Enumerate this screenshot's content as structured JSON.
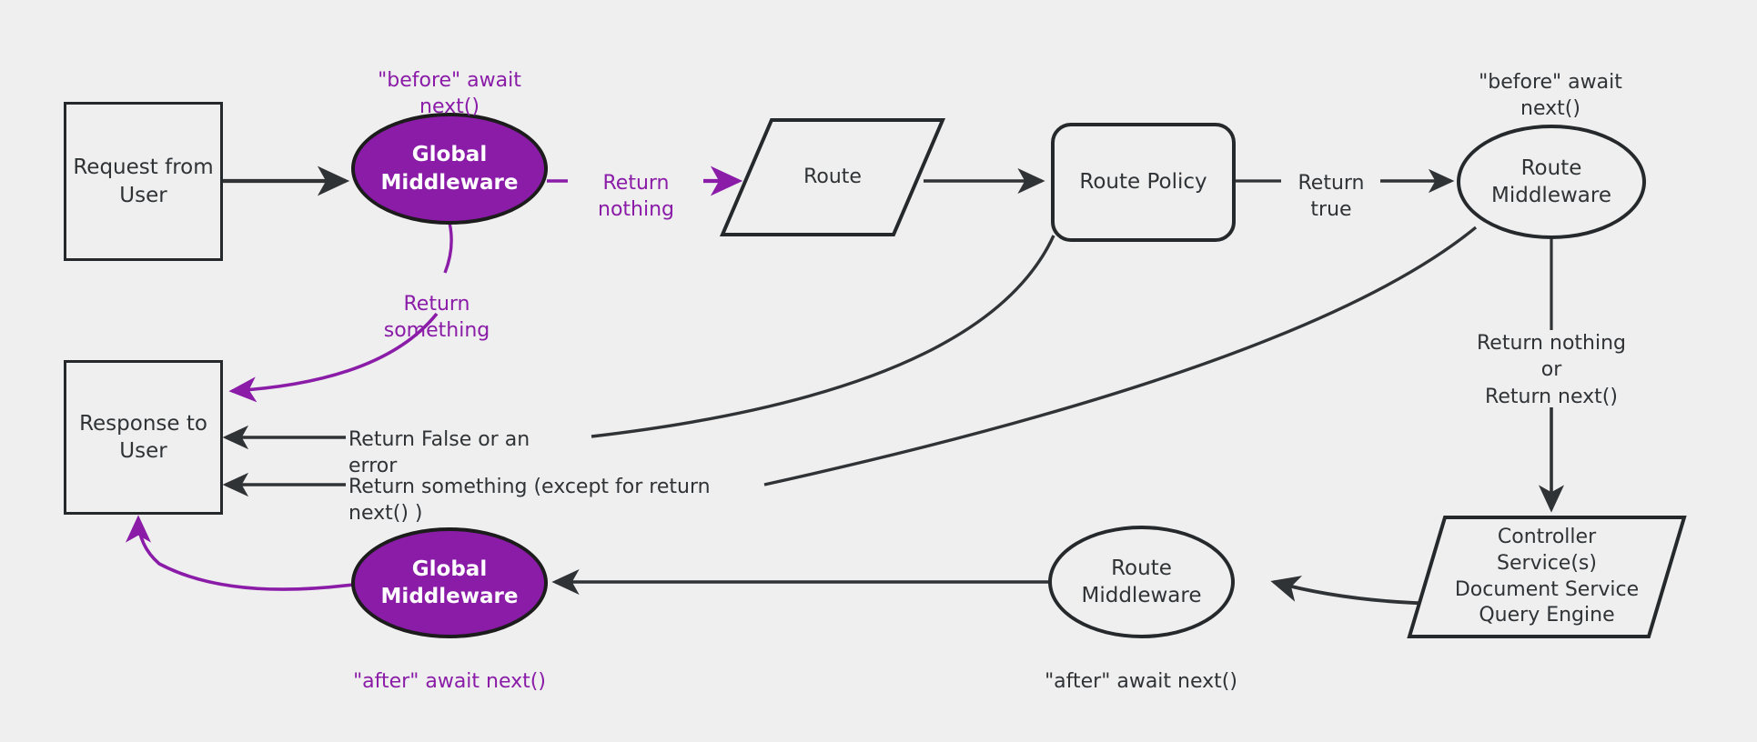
{
  "diagram": {
    "title": "Middleware request lifecycle flow",
    "background_color": "#efefef",
    "accent_color": "#8a1ca8",
    "line_color": "#303336",
    "nodes": {
      "request_from_user": {
        "label": "Request from\nUser",
        "shape": "rectangle"
      },
      "global_middleware_before": {
        "label": "Global\nMiddleware",
        "shape": "ellipse",
        "fill": "#8a1ca8"
      },
      "route": {
        "label": "Route",
        "shape": "parallelogram"
      },
      "route_policy": {
        "label": "Route Policy",
        "shape": "rounded-rectangle"
      },
      "route_middleware_before": {
        "label": "Route\nMiddleware",
        "shape": "ellipse"
      },
      "controller_services": {
        "label": "Controller\nService(s)\nDocument Service\nQuery Engine",
        "shape": "parallelogram"
      },
      "route_middleware_after": {
        "label": "Route\nMiddleware",
        "shape": "ellipse"
      },
      "global_middleware_after": {
        "label": "Global\nMiddleware",
        "shape": "ellipse",
        "fill": "#8a1ca8"
      },
      "response_to_user": {
        "label": "Response to\nUser",
        "shape": "rectangle"
      }
    },
    "annotations": {
      "before_await_next_global": "\"before\" await next()",
      "before_await_next_route": "\"before\" await next()",
      "after_await_next_global": "\"after\" await next()",
      "after_await_next_route": "\"after\" await next()"
    },
    "edges": {
      "return_nothing": "Return nothing",
      "return_something": "Return something",
      "return_true": "Return true",
      "return_nothing_or_next": "Return nothing\nor\nReturn next()",
      "return_false_or_error": "Return False or an error",
      "return_something_except_next": "Return something (except for return next() )"
    }
  }
}
